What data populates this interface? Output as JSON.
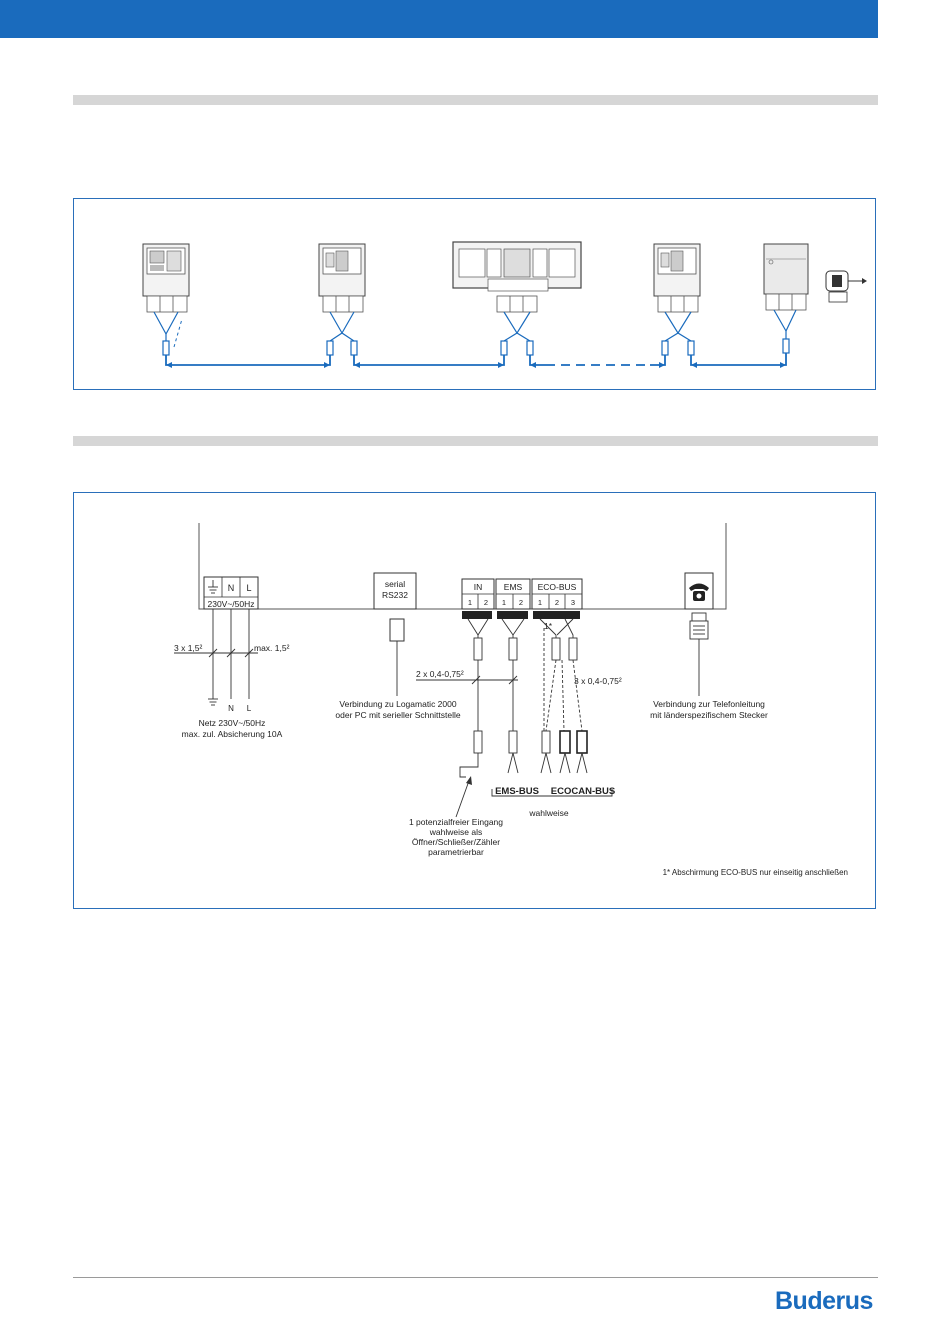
{
  "brand": {
    "logo": "Buderus",
    "accent": "#1a6bbd",
    "section_gray": "#d6d6d6"
  },
  "wiring": {
    "power_terminal": {
      "labels": [
        "N",
        "L"
      ],
      "rating": "230V~/50Hz"
    },
    "serial": {
      "line1": "serial",
      "line2": "RS232"
    },
    "in_block": {
      "title": "IN",
      "pins": [
        "1",
        "2"
      ]
    },
    "ems_block": {
      "title": "EMS",
      "pins": [
        "1",
        "2"
      ]
    },
    "eco_block": {
      "title": "ECO-BUS",
      "pins": [
        "1",
        "2",
        "3"
      ]
    },
    "cable_power_left": "3 x 1,5²",
    "cable_power_right": "max. 1,5²",
    "cable_bus_2": "2 x 0,4-0,75²",
    "cable_bus_3": "3 x 0,4-0,75²",
    "shield_marker": "1*",
    "earth_labels": [
      "N",
      "L"
    ],
    "power_note": [
      "Netz 230V~/50Hz",
      "max. zul. Absicherung 10A"
    ],
    "serial_note": [
      "Verbindung zu Logamatic 2000",
      "oder PC mit serieller Schnittstelle"
    ],
    "phone_note": [
      "Verbindung zur Telefonleitung",
      "mit länderspezifischem Stecker"
    ],
    "ems_bus_label": "EMS-BUS",
    "ecocan_bus_label": "ECOCAN-BUS",
    "choice_label": "wahlweise",
    "input_note": [
      "1 potenzialfreier Eingang",
      "wahlweise als",
      "Öffner/Schließer/Zähler",
      "parametrierbar"
    ],
    "footnote": "1* Abschirmung ECO-BUS nur einseitig anschließen"
  }
}
